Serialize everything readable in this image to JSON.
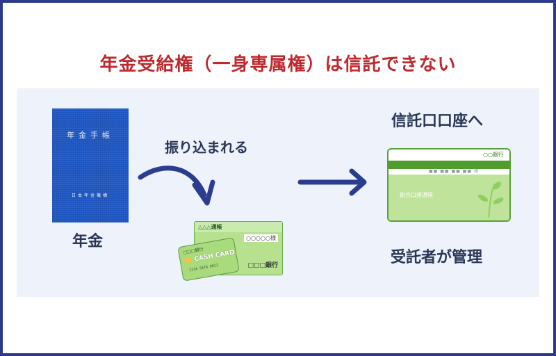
{
  "title": "年金受給権（一身専属権）は信託できない",
  "pension": {
    "book_title": "年金手帳",
    "book_issuer": "日本年金機構",
    "label": "年金"
  },
  "transfer_label": "振り込まれる",
  "bank": {
    "bankbook_label": "△△△通帳",
    "bankbook_name": "○○○○○様",
    "bankbook_bank": "□□□銀行",
    "cashcard_bank": "□□□銀行",
    "cashcard_text": "CASH CARD",
    "cashcard_number": "1234 5678 9012"
  },
  "trust": {
    "heading": "信託口口座へ",
    "passbook_bank": "○○銀行",
    "passbook_fields": "■■ ■■ ■■ ■■ 様",
    "passbook_name": "総合口座通帳",
    "caption": "受託者が管理"
  },
  "colors": {
    "frame": "#2d3a8c",
    "title": "#c0282d",
    "panel": "#eef2fb",
    "arrow": "#2b3d8f",
    "label": "#2a3656",
    "book": "#1f57c3",
    "passbook_green": "#4e9d2d"
  },
  "icons": {
    "curved_arrow": "curved-arrow-icon",
    "right_arrow": "arrow-right-icon",
    "leaf": "leaf-icon"
  }
}
